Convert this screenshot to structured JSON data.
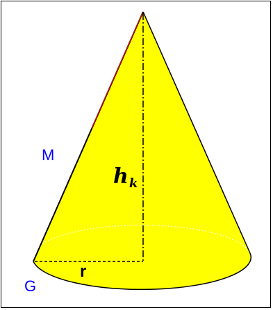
{
  "labels": {
    "mantle": "M",
    "base": "G",
    "radius": "r",
    "height_main": "h",
    "height_sub": "k"
  },
  "colors": {
    "cone_fill": "#ffff00",
    "outline": "#000000",
    "label_blue": "#0000ff",
    "highlight_edge": "#ff0000",
    "background": "#ffffff"
  }
}
